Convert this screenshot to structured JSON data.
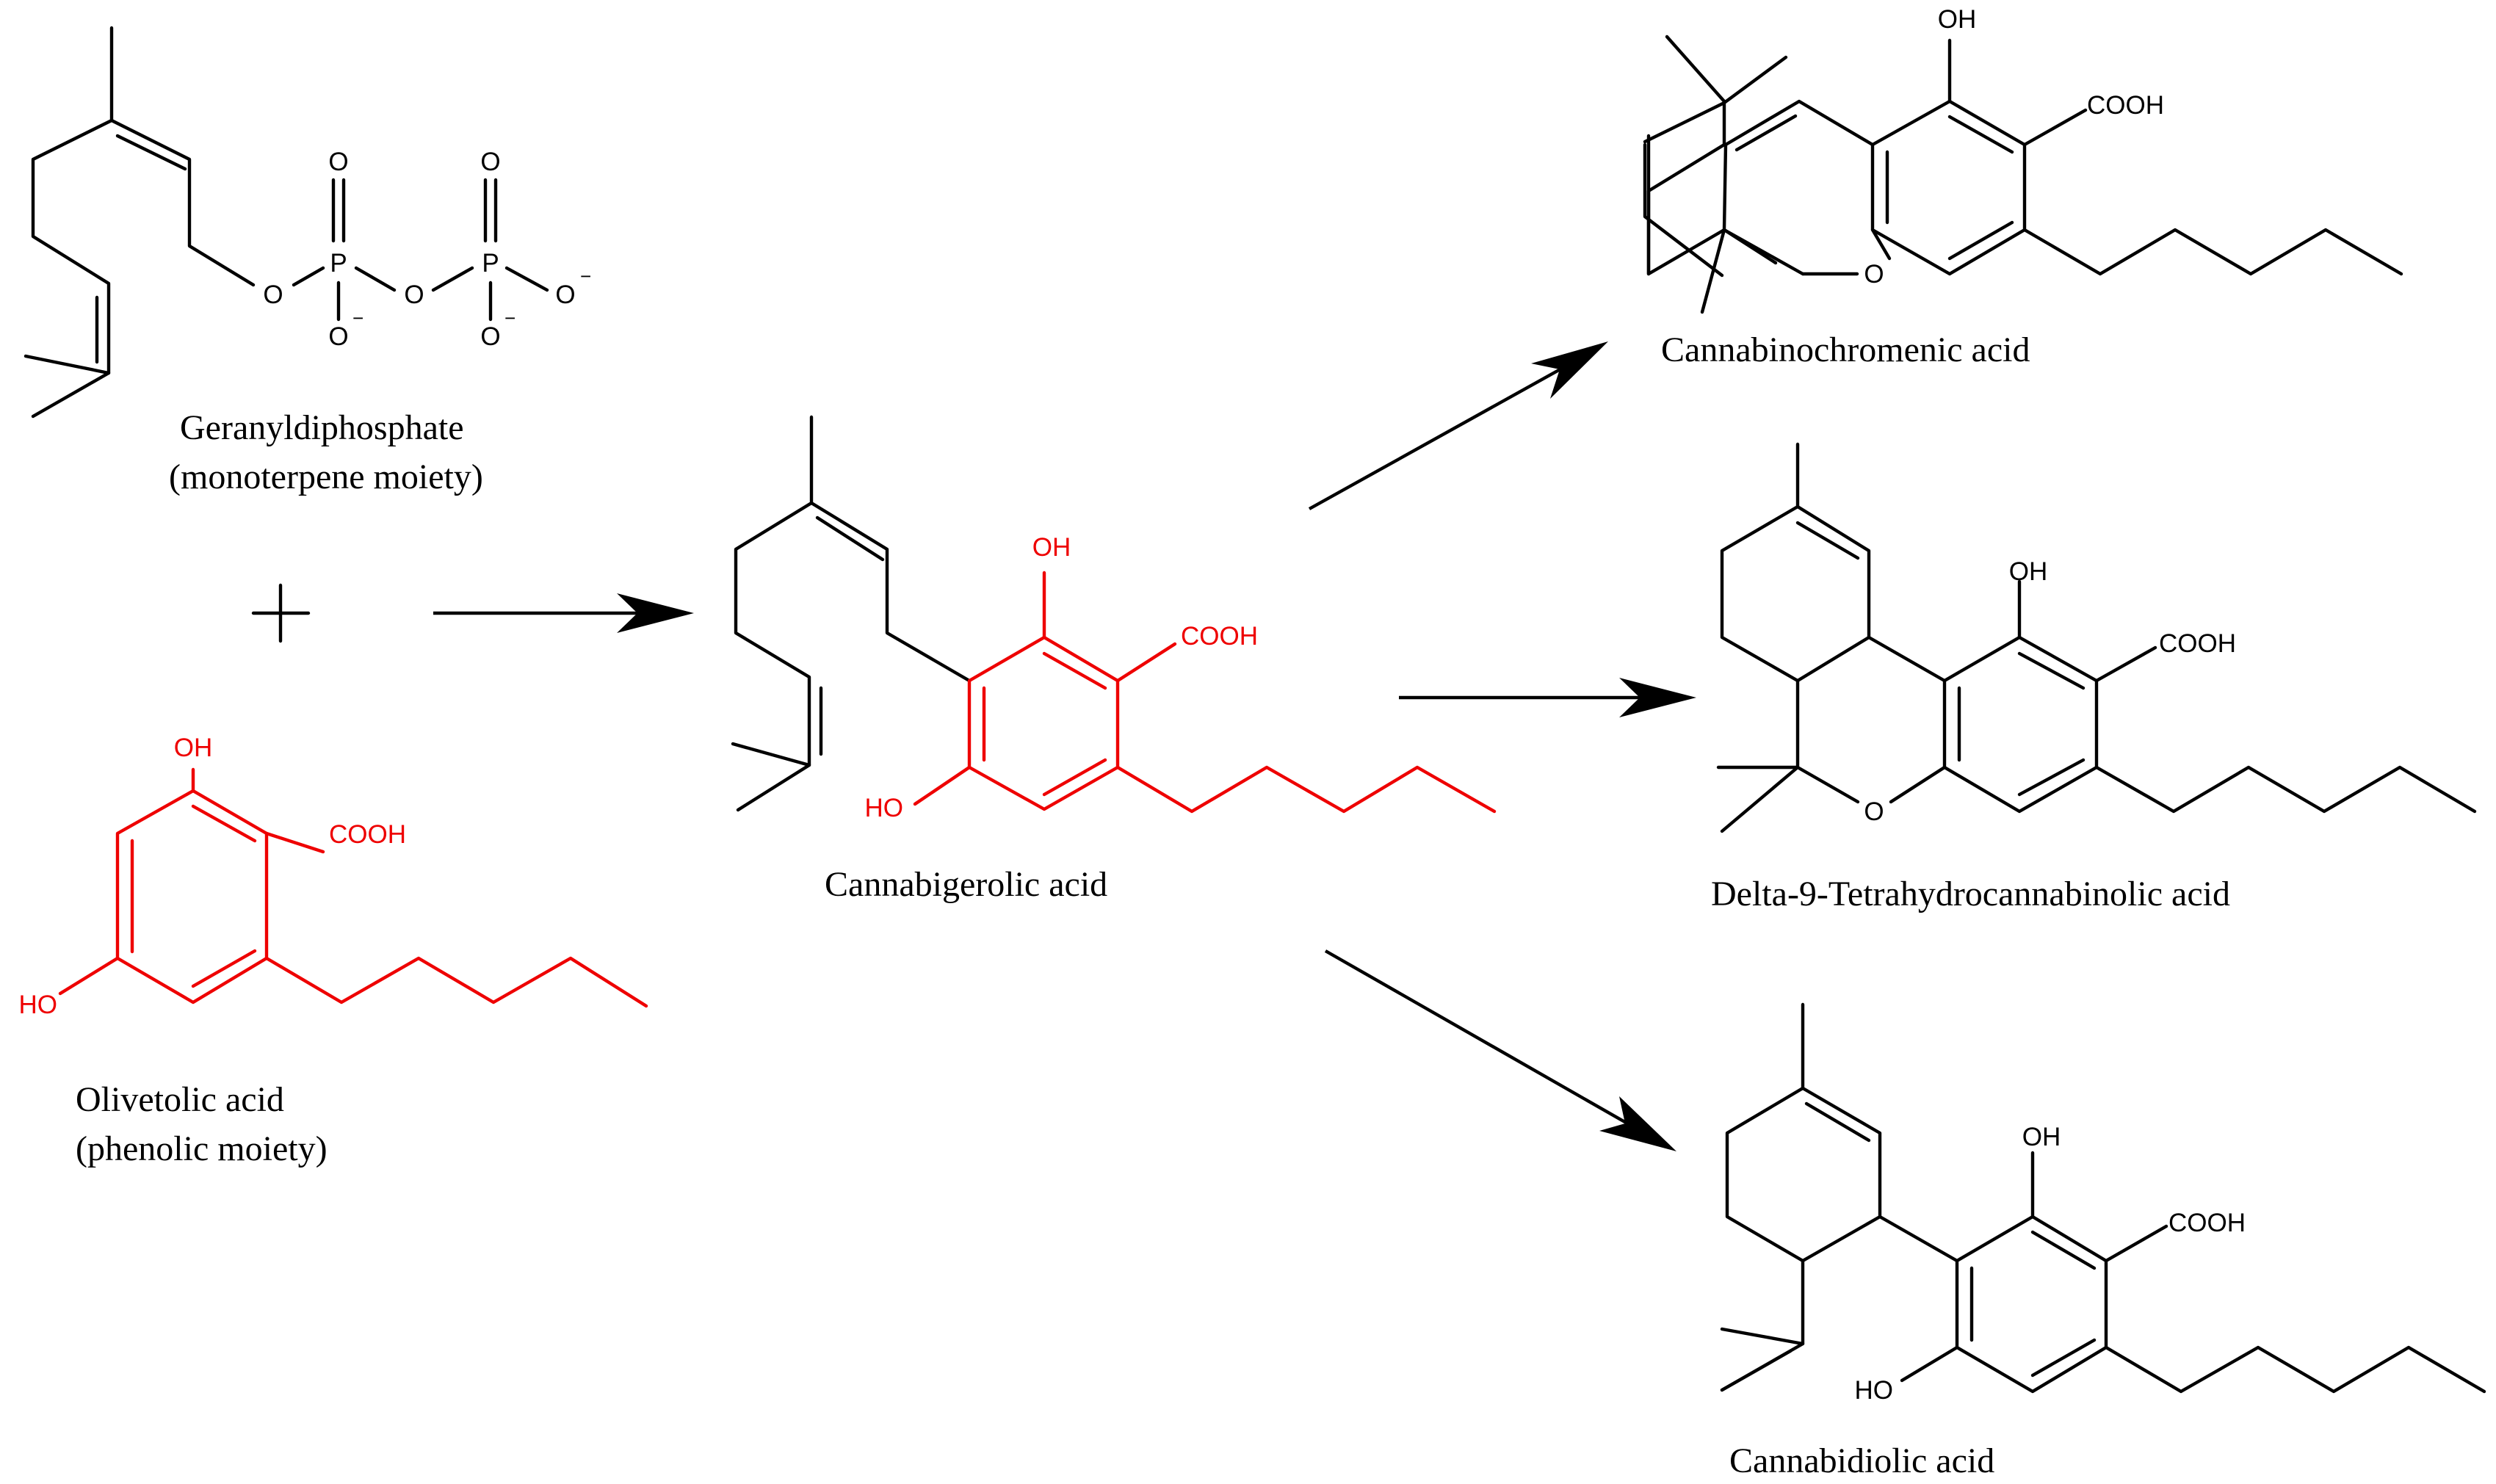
{
  "colors": {
    "default": "#000000",
    "highlight": "#ee0000"
  },
  "atoms": {
    "oh": "OH",
    "ho": "HO",
    "cooh": "COOH",
    "o": "O",
    "p": "P",
    "minus": "−"
  },
  "compounds": {
    "geranyl_diphosphate": {
      "name": "Geranyldiphosphate",
      "note": "(monoterpene moiety)"
    },
    "olivetolic_acid": {
      "name": "Olivetolic acid",
      "note": "(phenolic moiety)"
    },
    "cannabigerolic_acid": {
      "name": "Cannabigerolic acid"
    },
    "cannabinochromenic_acid": {
      "name": "Cannabinochromenic acid"
    },
    "thca": {
      "name": "Delta-9-Tetrahydrocannabinolic acid"
    },
    "cannabidiolic_acid": {
      "name": "Cannabidiolic acid"
    }
  }
}
